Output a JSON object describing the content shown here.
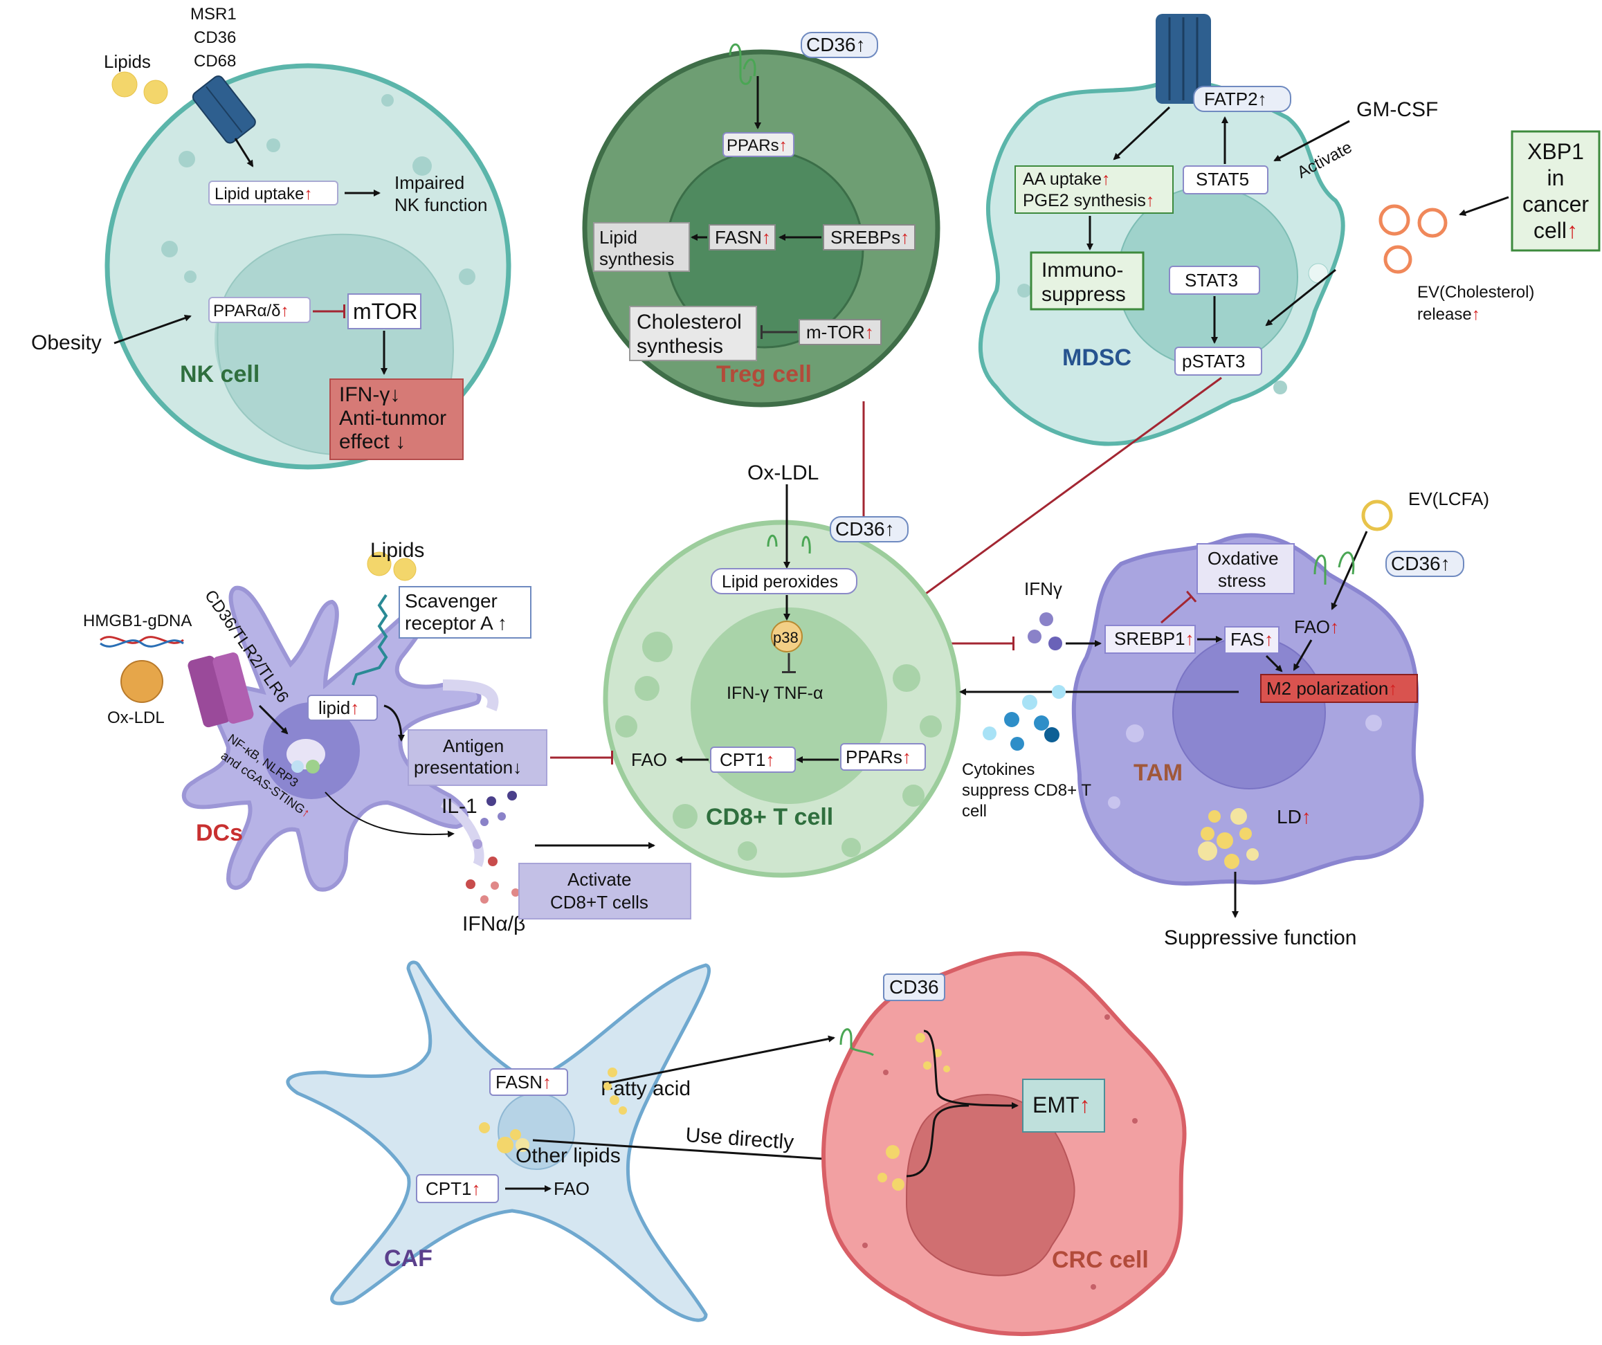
{
  "colors": {
    "nk_cell": "#cfe8e4",
    "treg": "#4f8a5f",
    "mdsc": "#cde9e6",
    "cd8": "#cfe6cf",
    "dc": "#b7b3e6",
    "tam": "#a9a5e0",
    "caf": "#d5e6f1",
    "crc": "#f2a0a2",
    "inhibit_line": "#a32632",
    "up_arrow": "#d32020",
    "label_nk": "#2f6f3e",
    "label_treg": "#b24b3a",
    "label_mdsc": "#26538f",
    "label_cd8": "#2f6f3e",
    "label_dc": "#c83030",
    "label_tam": "#a0583a",
    "label_caf": "#5b3f8c",
    "label_crc": "#b24b3a"
  },
  "nk": {
    "receptors": [
      "MSR1",
      "CD36",
      "CD68"
    ],
    "lipids": "Lipids",
    "lipid_uptake": "Lipid uptake",
    "impaired": [
      "Impaired",
      "NK function"
    ],
    "obesity": "Obesity",
    "ppar": "PPARα/δ",
    "mtor": "mTOR",
    "effect": [
      "IFN-γ↓",
      "Anti-tunmor",
      "effect ↓"
    ],
    "label": "NK cell"
  },
  "treg": {
    "cd36": "CD36↑",
    "ppars": "PPARs",
    "fasn": "FASN",
    "srebps": "SREBPs",
    "lipid_synthesis": [
      "Lipid",
      "synthesis"
    ],
    "cholesterol": [
      "Cholesterol",
      "synthesis"
    ],
    "mtor": "m-TOR",
    "label": "Treg cell"
  },
  "mdsc": {
    "fatp2": "FATP2↑",
    "gmcsf": "GM-CSF",
    "activate": "Activate",
    "aa_uptake": "AA uptake",
    "pge2": "PGE2 synthesis",
    "stat5": "STAT5",
    "immuno": [
      "Immuno-",
      "suppress"
    ],
    "stat3": "STAT3",
    "pstat3": "pSTAT3",
    "label": "MDSC",
    "xbp1": [
      "XBP1",
      "in",
      "cancer",
      "cell"
    ],
    "ev": [
      "EV(Cholesterol)",
      "release"
    ]
  },
  "cd8": {
    "oxldl": "Ox-LDL",
    "cd36": "CD36↑",
    "lipid_peroxides": "Lipid peroxides",
    "p38": "p38",
    "ifn_tnf": "IFN-γ TNF-α",
    "fao": "FAO",
    "cpt1": "CPT1",
    "ppars": "PPARs",
    "label": "CD8+ T cell"
  },
  "dc": {
    "lipids": "Lipids",
    "scavenger": [
      "Scavenger",
      "receptor A ↑"
    ],
    "tlr": "CD36/TLR2/TLR6",
    "hmgb1": "HMGB1-gDNA",
    "oxldl": "Ox-LDL",
    "lipid": "lipid",
    "nfkb": [
      "NF-κB, NLRP3",
      "and cGAS-STING"
    ],
    "antigen": [
      "Antigen",
      "presentation↓"
    ],
    "il1": "IL-1",
    "ifn": "IFNα/β",
    "activate": [
      "Activate",
      "CD8+T cells"
    ],
    "label": "DCs"
  },
  "tam": {
    "ev": "EV(LCFA)",
    "oxidative": [
      "Oxdative",
      "stress"
    ],
    "cd36": "CD36↑",
    "ifng": "IFNγ",
    "srebp1": "SREBP1",
    "fas": "FAS",
    "fao": "FAO",
    "m2": "M2 polarization",
    "cytokines": [
      "Cytokines",
      "suppress CD8+ T",
      "cell"
    ],
    "label": "TAM",
    "ld": "LD",
    "suppressive": "Suppressive  function"
  },
  "caf": {
    "fasn": "FASN",
    "fatty_acid": "Fatty acid",
    "use_directly": "Use directly",
    "other_lipids": "Other lipids",
    "cpt1": "CPT1",
    "fao": "FAO",
    "label": "CAF"
  },
  "crc": {
    "cd36": "CD36",
    "emt": "EMT",
    "label": "CRC cell"
  },
  "up": "↑"
}
